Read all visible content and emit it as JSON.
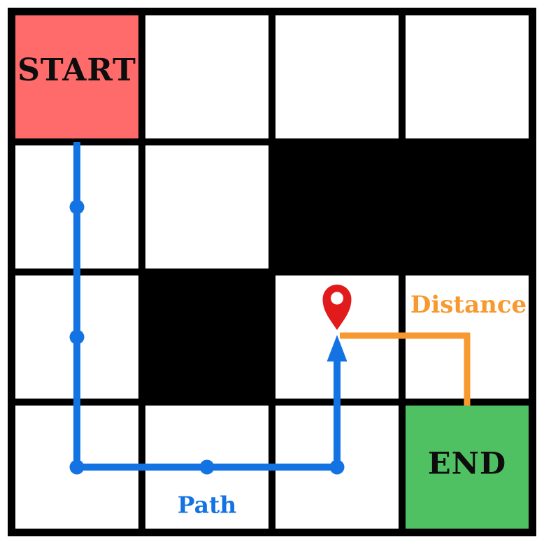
{
  "labels": {
    "start": "START",
    "end": "END",
    "path": "Path",
    "distance": "Distance"
  },
  "colors": {
    "background": "#ffffff",
    "wall": "#000000",
    "grid_line": "#000000",
    "start_fill": "#ff6b6b",
    "end_fill": "#50c162",
    "path_blue": "#1473e2",
    "distance_orange": "#f8992f",
    "pin_red": "#e11b1b",
    "text_black": "#0d0d0d"
  },
  "maze": {
    "rows": 4,
    "cols": 4,
    "grid": [
      [
        "start",
        "open",
        "open",
        "open"
      ],
      [
        "open",
        "open",
        "wall",
        "wall"
      ],
      [
        "open",
        "wall",
        "open",
        "open"
      ],
      [
        "open",
        "open",
        "open",
        "end"
      ]
    ]
  },
  "path": {
    "cells": [
      [
        0,
        0
      ],
      [
        1,
        0
      ],
      [
        2,
        0
      ],
      [
        3,
        0
      ],
      [
        3,
        1
      ],
      [
        3,
        2
      ],
      [
        2,
        2
      ]
    ],
    "waypoint_dots": [
      [
        1,
        0
      ],
      [
        2,
        0
      ],
      [
        3,
        0
      ],
      [
        3,
        1
      ],
      [
        3,
        2
      ]
    ],
    "arrow_into_cell": [
      2,
      2
    ]
  },
  "pin": {
    "cell": [
      2,
      2
    ]
  },
  "distance_line": {
    "from_cell": [
      2,
      2
    ],
    "to_cell": [
      3,
      3
    ]
  }
}
